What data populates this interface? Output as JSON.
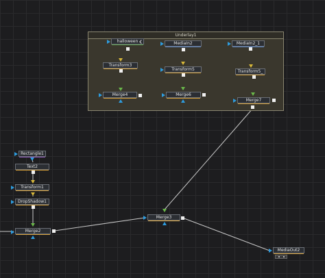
{
  "underlay": {
    "title": "Underlay1"
  },
  "nodes": {
    "halloween": "halloween",
    "mediain2": "MediaIn2",
    "mediain2_1": "MediaIn2_1",
    "transform3": "Transform3",
    "transform5": "Transform5",
    "transform5_1": "Transform5_",
    "merge4": "Merge4",
    "merge6": "Merge6",
    "merge7": "Merge7",
    "rectangle1": "Rectangle1",
    "text2": "Text2",
    "transform1": "Transform1",
    "dropshadow1": "DropShadow1",
    "merge2": "Merge2",
    "merge3": "Merge3",
    "mediaout2": "MediaOut2"
  },
  "colors": {
    "background": "#1d1d1f",
    "underlay": "#3a372d",
    "input_port": "#2e9cde",
    "foreground_port": "#d8b83a",
    "mask_port": "#6ab84a",
    "wire": "#c8c8c8"
  }
}
